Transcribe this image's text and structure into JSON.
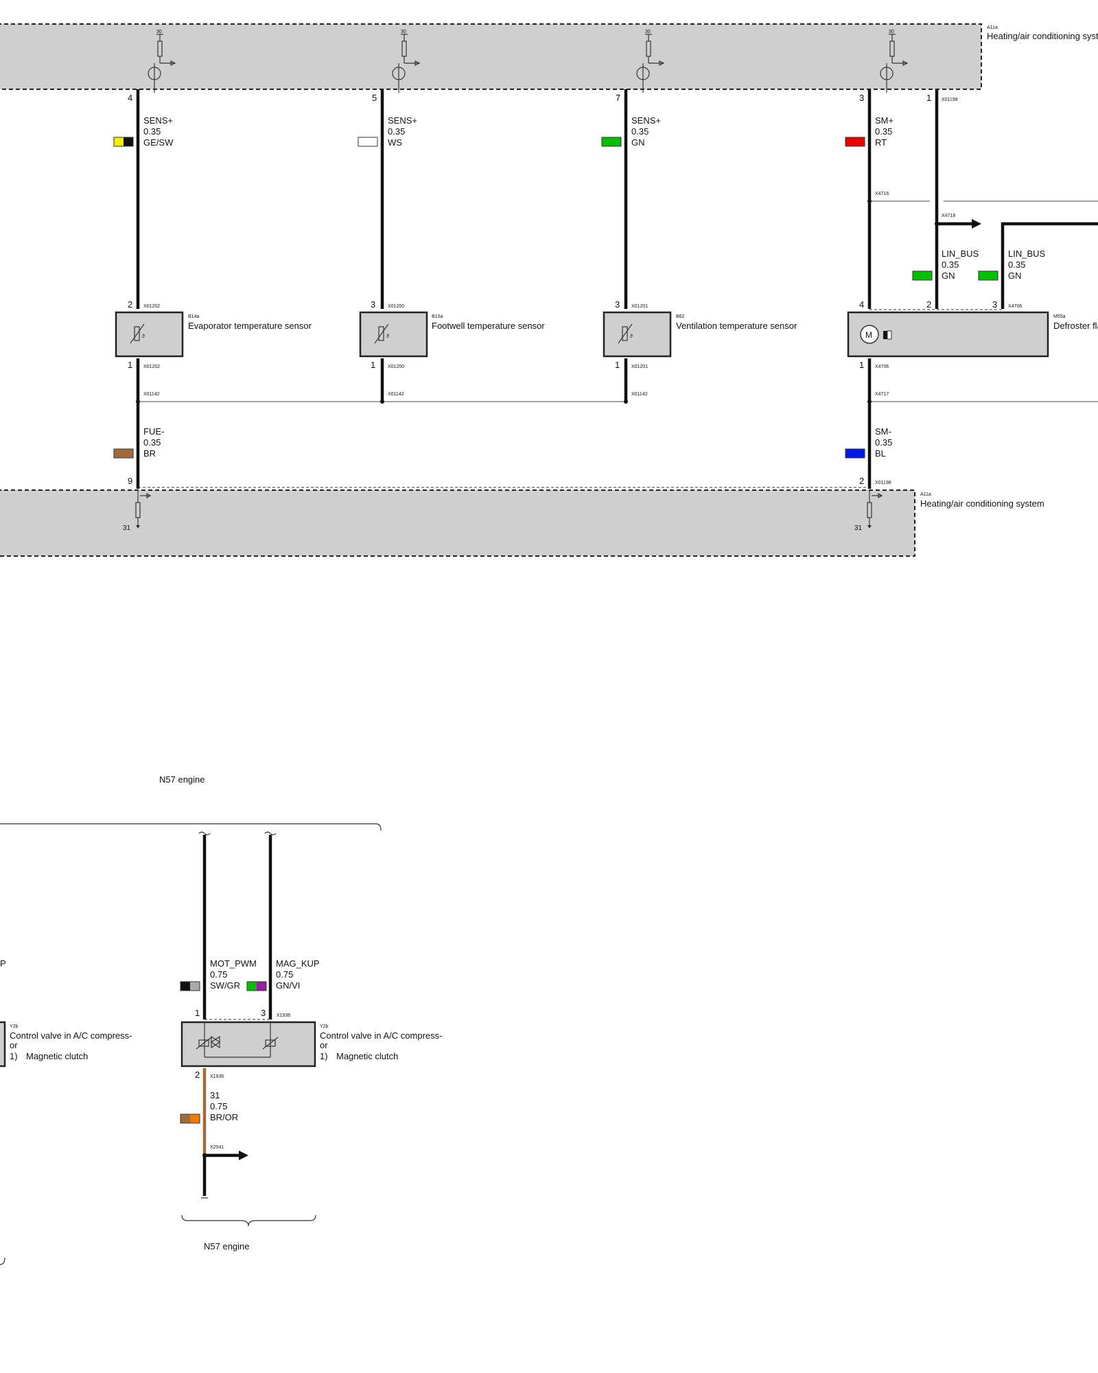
{
  "control_units": {
    "top": {
      "id": "A11a",
      "name": "Heating/air conditioning syste"
    },
    "bottom": {
      "id": "A11a",
      "name": "Heating/air conditioning system"
    },
    "supply_terminal": "30",
    "ground_terminal": "31"
  },
  "wires": [
    {
      "signal": "SENS+",
      "size": "0.35",
      "color_code": "GE/SW",
      "colors": [
        "#f2f200",
        "#111111"
      ],
      "pin_top": "4"
    },
    {
      "signal": "SENS+",
      "size": "0.35",
      "color_code": "WS",
      "colors": [
        "#ffffff"
      ],
      "pin_top": "5"
    },
    {
      "signal": "SENS+",
      "size": "0.35",
      "color_code": "GN",
      "colors": [
        "#00c000"
      ],
      "pin_top": "7"
    },
    {
      "signal": "SM+",
      "size": "0.35",
      "color_code": "RT",
      "colors": [
        "#ee0000"
      ],
      "pin_top": "3"
    },
    {
      "signal": "LIN_BUS",
      "size": "0.35",
      "color_code": "GN",
      "colors": [
        "#00c000"
      ],
      "pin_top": "1"
    },
    {
      "signal": "LIN_BUS",
      "size": "0.35",
      "color_code": "GN",
      "colors": [
        "#00c000"
      ]
    },
    {
      "signal": "FUE-",
      "size": "0.35",
      "color_code": "BR",
      "colors": [
        "#a06a3a"
      ],
      "pin_bottom": "9"
    },
    {
      "signal": "SM-",
      "size": "0.35",
      "color_code": "BL",
      "colors": [
        "#0018e8"
      ],
      "pin_bottom": "2"
    }
  ],
  "components": [
    {
      "id": "B14a",
      "name": "Evaporator temperature sensor",
      "pin_in": "2",
      "pin_out": "1",
      "conn": "X01202"
    },
    {
      "id": "B10a",
      "name": "Footwell temperature sensor",
      "pin_in": "3",
      "pin_out": "1",
      "conn": "X01200"
    },
    {
      "id": "B62",
      "name": "Ventilation temperature sensor",
      "pin_in": "3",
      "pin_out": "1",
      "conn": "X01201"
    },
    {
      "id": "M55a",
      "name": "Defroster fla",
      "pin_a": "4",
      "pin_b": "2",
      "pin_c": "3",
      "pin_out": "1",
      "conn": "X4706"
    }
  ],
  "connectors": {
    "x01198": "X01198",
    "x4716": "X4716",
    "x4718": "X4718",
    "x01142": "X01142",
    "x4717": "X4717",
    "x4706": "X4706",
    "x1936": "X1936",
    "x2041": "X2041"
  },
  "engine": {
    "label": "N57 engine",
    "wires": [
      {
        "signal": "MOT_PWM",
        "size": "0.75",
        "color_code": "SW/GR",
        "colors": [
          "#111111",
          "#aaaaaa"
        ],
        "pin": "1"
      },
      {
        "signal": "MAG_KUP",
        "size": "0.75",
        "color_code": "GN/VI",
        "colors": [
          "#00c000",
          "#9a1aa8"
        ],
        "pin": "3"
      },
      {
        "signal": "31",
        "size": "0.75",
        "color_code": "BR/OR",
        "colors": [
          "#a06a3a",
          "#f07a00"
        ],
        "pin": "2"
      }
    ],
    "partial_signal_suffix": "P",
    "component": {
      "id": "Y2b",
      "line1": "Control valve in A/C compress-",
      "line2": "or",
      "line3_num": "1)",
      "line3_text": "Magnetic clutch"
    }
  }
}
